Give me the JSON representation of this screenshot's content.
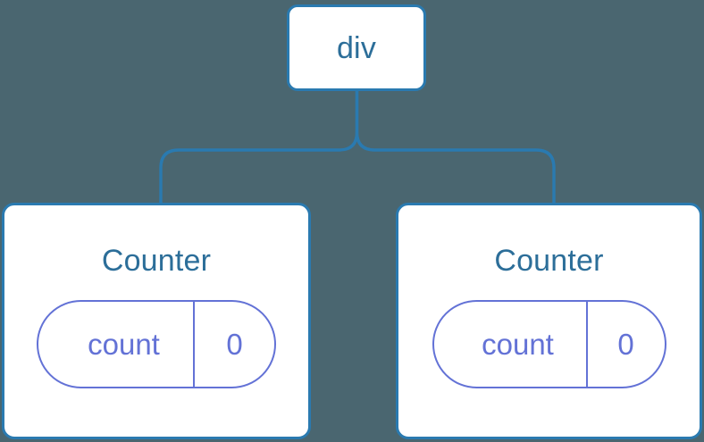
{
  "diagram": {
    "background_color": "#4a6670",
    "node_border_color": "#2a7ab0",
    "node_text_color": "#2c6e99",
    "state_color": "#6372d6",
    "connector_color": "#2a7ab0",
    "root": {
      "label": "div"
    },
    "children": [
      {
        "label": "Counter",
        "state": {
          "key": "count",
          "value": "0"
        }
      },
      {
        "label": "Counter",
        "state": {
          "key": "count",
          "value": "0"
        }
      }
    ]
  }
}
